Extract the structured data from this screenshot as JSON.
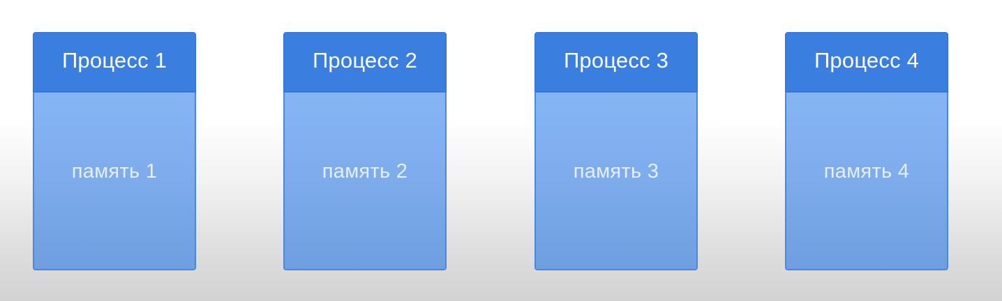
{
  "processes": [
    {
      "header": "Процесс 1",
      "memory": "память 1"
    },
    {
      "header": "Процесс 2",
      "memory": "память 2"
    },
    {
      "header": "Процесс 3",
      "memory": "память 3"
    },
    {
      "header": "Процесс 4",
      "memory": "память 4"
    }
  ],
  "colors": {
    "header_fill": "#3a7fe0",
    "memory_fill": "#7eaced",
    "memory_border": "#4a87de",
    "header_text": "#ffffff",
    "memory_text": "#e6effc"
  }
}
